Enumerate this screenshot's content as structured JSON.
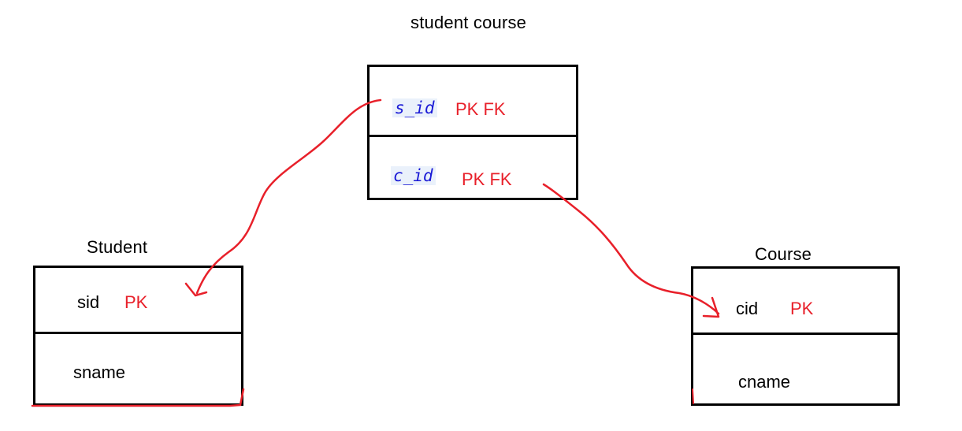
{
  "colors": {
    "key": "#e8202a",
    "code_text": "#1a1ad6",
    "code_bg": "#eaf1fb",
    "line": "#e8202a"
  },
  "junction": {
    "title": "student course",
    "fields": [
      {
        "name": "s_id",
        "key": "PK FK"
      },
      {
        "name": "c_id",
        "key": "PK FK"
      }
    ]
  },
  "student": {
    "title": "Student",
    "fields": [
      {
        "name": "sid",
        "key": "PK"
      },
      {
        "name": "sname",
        "key": ""
      }
    ]
  },
  "course": {
    "title": "Course",
    "fields": [
      {
        "name": "cid",
        "key": "PK"
      },
      {
        "name": "cname",
        "key": ""
      }
    ]
  }
}
